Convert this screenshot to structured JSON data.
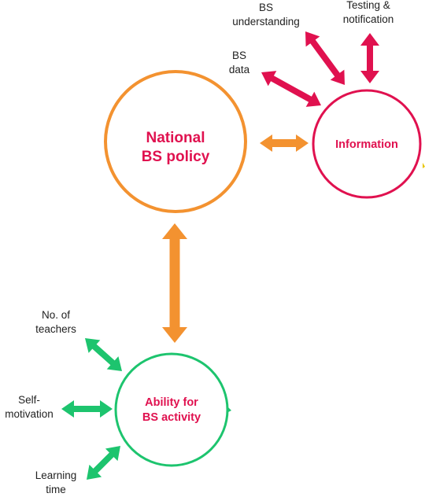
{
  "colors": {
    "policy": "#f39230",
    "information": "#e0114f",
    "ability": "#1dc46e",
    "node_text": "#e0114f",
    "label_text": "#222222"
  },
  "nodes": {
    "policy": {
      "line1": "National",
      "line2": "BS policy"
    },
    "information": {
      "label": "Information"
    },
    "ability": {
      "line1": "Ability for",
      "line2": "BS activity"
    }
  },
  "labels": {
    "bs_understanding": {
      "line1": "BS",
      "line2": "understanding"
    },
    "testing": {
      "line1": "Testing &",
      "line2": "notification"
    },
    "bs_data": {
      "line1": "BS",
      "line2": "data"
    },
    "teachers": {
      "line1": "No. of",
      "line2": "teachers"
    },
    "self_motivation": {
      "line1": "Self-",
      "line2": "motivation"
    },
    "learning_time": {
      "line1": "Learning",
      "line2": "time"
    }
  }
}
